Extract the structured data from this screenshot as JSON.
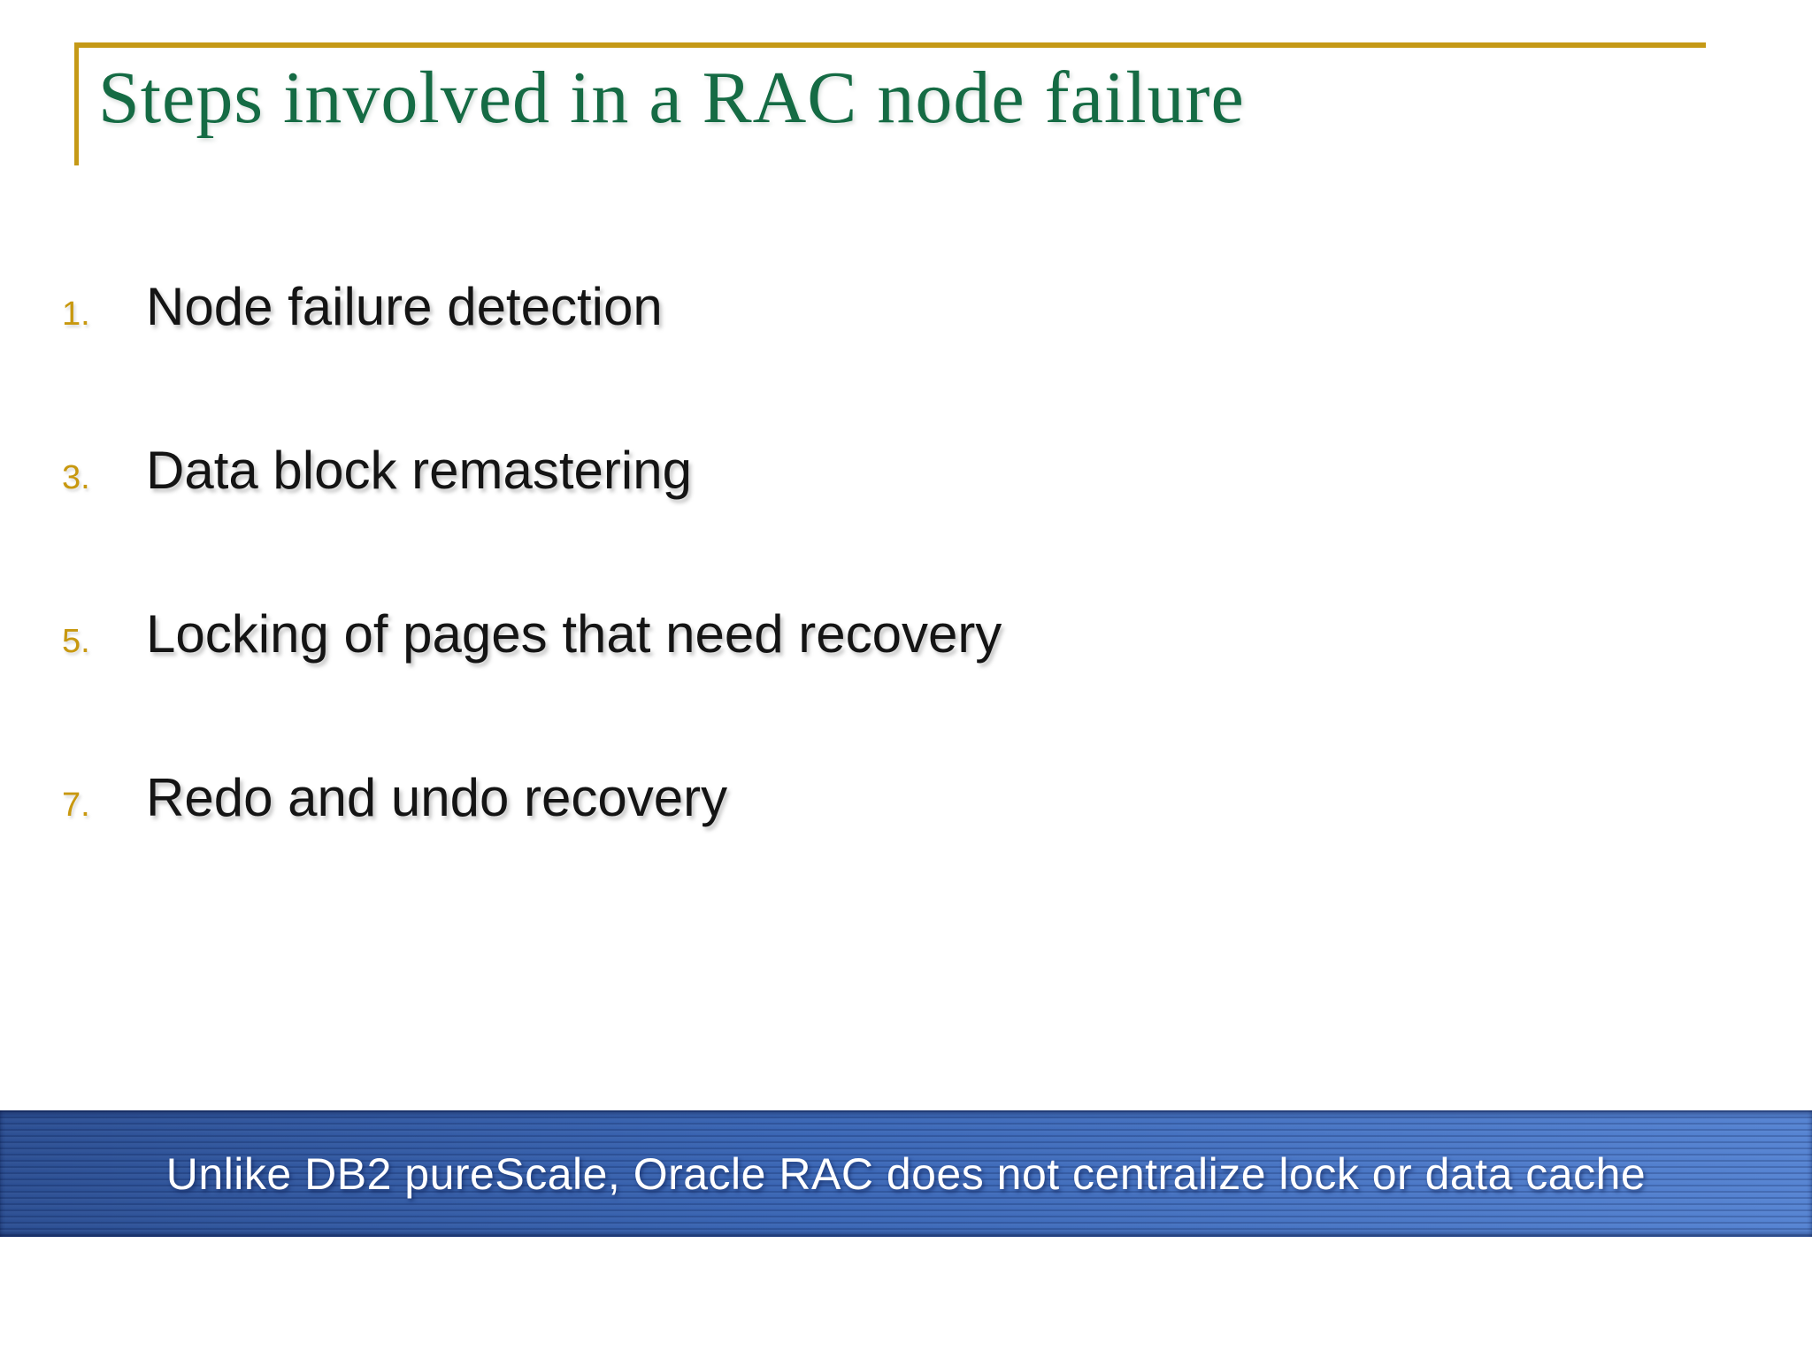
{
  "slide": {
    "title": "Steps involved in a RAC node failure",
    "list_items": [
      {
        "number": "1.",
        "text": "Node failure detection"
      },
      {
        "number": "3.",
        "text": "Data block remastering"
      },
      {
        "number": "5.",
        "text": "Locking of pages that need recovery"
      },
      {
        "number": "7.",
        "text": "Redo and undo recovery"
      }
    ],
    "footer_banner": {
      "text": "Unlike DB2 pureScale, Oracle RAC does not centralize lock or data cache"
    },
    "colors": {
      "title_green": "#156B44",
      "accent_gold_rule": "#C59916",
      "number_gold": "#C8980F",
      "body_text": "#141414",
      "banner_blue_dark": "#2B4E92",
      "banner_blue_mid": "#3A66B5",
      "banner_blue_light": "#5583D2",
      "banner_text": "#FFFFFF",
      "background": "#FFFFFF"
    }
  }
}
